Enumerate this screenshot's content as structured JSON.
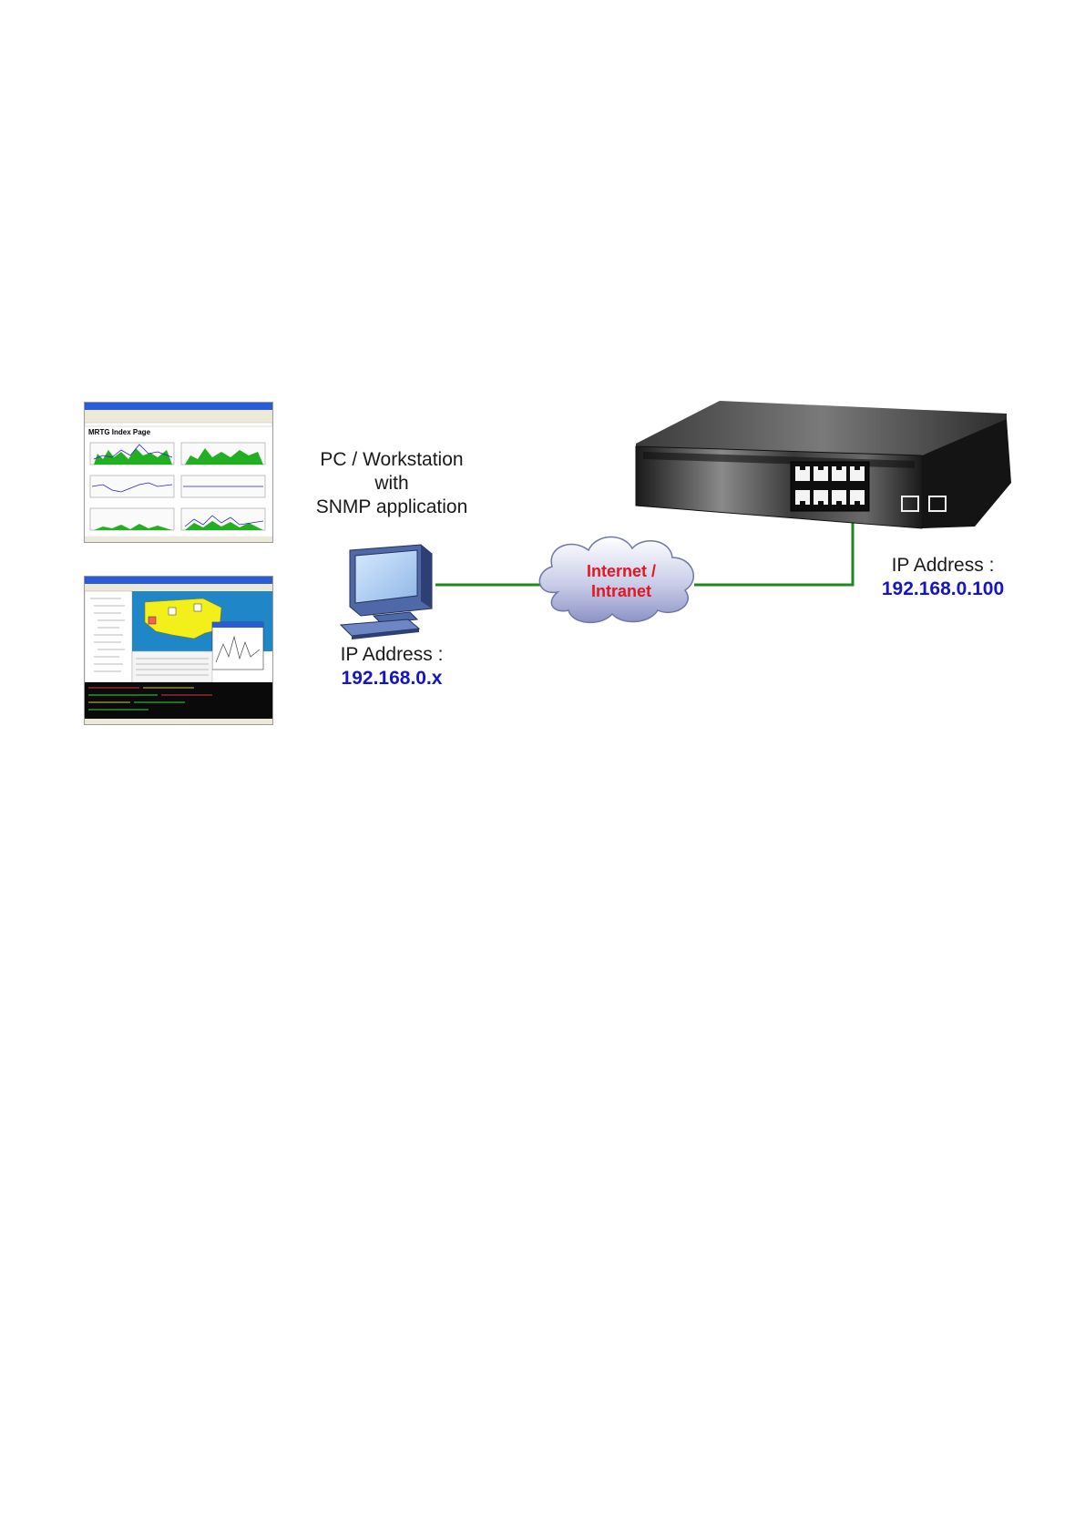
{
  "pc": {
    "title_lines": [
      "PC / Workstation",
      "with",
      "SNMP application"
    ],
    "ip_label": "IP Address :",
    "ip_value": "192.168.0.x"
  },
  "cloud": {
    "lines": [
      "Internet /",
      "Intranet"
    ],
    "color": "#e8141e"
  },
  "switch": {
    "ip_label": "IP Address :",
    "ip_value": "192.168.0.100"
  },
  "screenshots": {
    "mrtg_title": "MRTG Index Page"
  },
  "colors": {
    "link": "#1e8a1e",
    "ip_value": "#1515c8"
  }
}
